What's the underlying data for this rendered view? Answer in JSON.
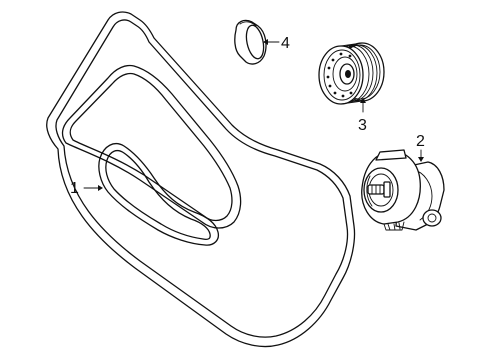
{
  "parts": [
    {
      "id": "1",
      "part": "long-belt",
      "callout": "1"
    },
    {
      "id": "2",
      "part": "tensioner",
      "callout": "2"
    },
    {
      "id": "3",
      "part": "idler-pulley",
      "callout": "3"
    },
    {
      "id": "4",
      "part": "pulley-cap",
      "callout": "4"
    }
  ],
  "colors": {
    "line": "#111111",
    "background": "#ffffff"
  }
}
